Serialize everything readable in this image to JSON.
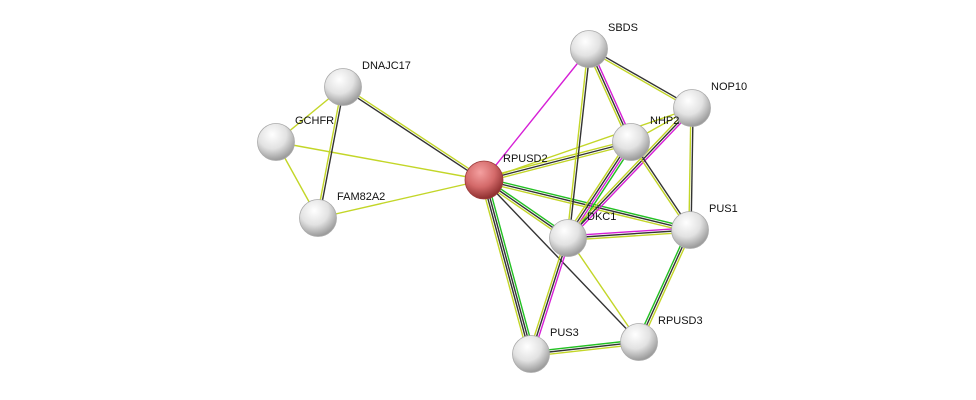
{
  "network": {
    "nodes": [
      {
        "id": "RPUSD2",
        "label": "RPUSD2",
        "query": true
      },
      {
        "id": "SBDS",
        "label": "SBDS"
      },
      {
        "id": "DNAJC17",
        "label": "DNAJC17"
      },
      {
        "id": "GCHFR",
        "label": "GCHFR"
      },
      {
        "id": "FAM82A2",
        "label": "FAM82A2"
      },
      {
        "id": "NOP10",
        "label": "NOP10"
      },
      {
        "id": "NHP2",
        "label": "NHP2"
      },
      {
        "id": "PUS1",
        "label": "PUS1"
      },
      {
        "id": "DKC1",
        "label": "DKC1"
      },
      {
        "id": "PUS3",
        "label": "PUS3"
      },
      {
        "id": "RPUSD3",
        "label": "RPUSD3"
      }
    ],
    "edge_colors": {
      "magenta": "#d61fd6",
      "black": "#333333",
      "yellow": "#c3d628",
      "green": "#22c022"
    },
    "edges": [
      [
        "RPUSD2",
        "SBDS",
        [
          "magenta"
        ]
      ],
      [
        "RPUSD2",
        "NHP2",
        [
          "yellow",
          "black",
          "yellow"
        ]
      ],
      [
        "RPUSD2",
        "NOP10",
        [
          "yellow"
        ]
      ],
      [
        "RPUSD2",
        "DKC1",
        [
          "green",
          "black",
          "yellow"
        ]
      ],
      [
        "RPUSD2",
        "PUS1",
        [
          "green",
          "black",
          "yellow"
        ]
      ],
      [
        "RPUSD2",
        "PUS3",
        [
          "green",
          "black",
          "black",
          "yellow"
        ]
      ],
      [
        "RPUSD2",
        "RPUSD3",
        [
          "black"
        ]
      ],
      [
        "RPUSD2",
        "DNAJC17",
        [
          "black",
          "yellow"
        ]
      ],
      [
        "RPUSD2",
        "GCHFR",
        [
          "yellow"
        ]
      ],
      [
        "RPUSD2",
        "FAM82A2",
        [
          "yellow"
        ]
      ],
      [
        "DNAJC17",
        "GCHFR",
        [
          "yellow"
        ]
      ],
      [
        "DNAJC17",
        "FAM82A2",
        [
          "black",
          "yellow"
        ]
      ],
      [
        "GCHFR",
        "FAM82A2",
        [
          "yellow"
        ]
      ],
      [
        "SBDS",
        "NHP2",
        [
          "magenta",
          "black",
          "yellow"
        ]
      ],
      [
        "SBDS",
        "NOP10",
        [
          "black",
          "yellow"
        ]
      ],
      [
        "SBDS",
        "DKC1",
        [
          "black",
          "yellow"
        ]
      ],
      [
        "NHP2",
        "NOP10",
        [
          "yellow"
        ]
      ],
      [
        "NHP2",
        "DKC1",
        [
          "green",
          "magenta",
          "black",
          "yellow"
        ]
      ],
      [
        "NOP10",
        "DKC1",
        [
          "magenta",
          "black",
          "yellow"
        ]
      ],
      [
        "NHP2",
        "PUS1",
        [
          "black",
          "yellow"
        ]
      ],
      [
        "NOP10",
        "PUS1",
        [
          "black",
          "yellow"
        ]
      ],
      [
        "DKC1",
        "PUS1",
        [
          "magenta",
          "black",
          "yellow"
        ]
      ],
      [
        "DKC1",
        "PUS3",
        [
          "magenta",
          "black",
          "yellow"
        ]
      ],
      [
        "DKC1",
        "RPUSD3",
        [
          "yellow"
        ]
      ],
      [
        "PUS1",
        "RPUSD3",
        [
          "yellow",
          "black",
          "green"
        ]
      ],
      [
        "PUS3",
        "RPUSD3",
        [
          "green",
          "black",
          "yellow"
        ]
      ]
    ]
  }
}
